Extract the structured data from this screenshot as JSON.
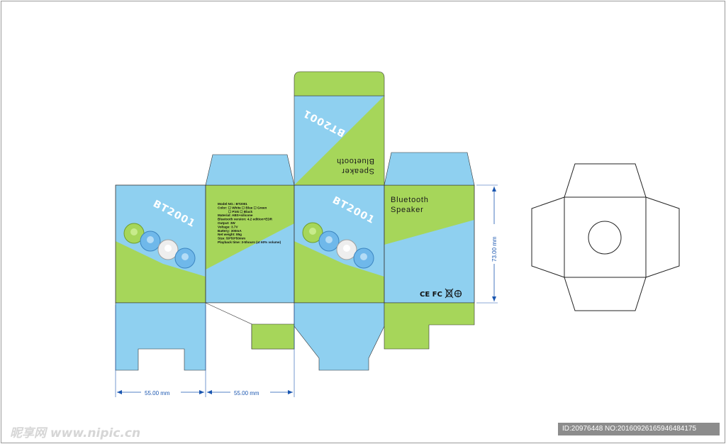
{
  "colors": {
    "green": "#a6d65a",
    "blue": "#8fd0f0",
    "deep_blue": "#5aa8e0",
    "dimension": "#1a56b0",
    "outline": "#333333"
  },
  "dimensions": {
    "width_front": "55.00 mm",
    "width_side": "55.00 mm",
    "height": "73.00 mm"
  },
  "front_panel": {
    "brand": "BT2001"
  },
  "side_panel": {
    "title_line1": "Bluetooth",
    "title_line2": "Speaker",
    "certifications": "CE FC"
  },
  "top_flap": {
    "brand": "BT2001",
    "title_line1": "Bluetooth",
    "title_line2": "Speaker"
  },
  "spec_panel": {
    "lines": [
      "Model NO.: BT2001",
      "Color: ☐ White ☐ Blue ☐ Green",
      "☐ Pink  ☐ Black",
      "Material: ABS+silicone",
      "Bluetooth version: 4.2 edition+EDR",
      "Output: 3W",
      "Voltage: 3.7V",
      "Battery: 300mA",
      "Net weight: 85g",
      "Size: 50*50*50mm",
      "Playback time: 3-5hours (at 60% volume)"
    ]
  },
  "watermark": {
    "left": "昵享网 www.nipic.cn",
    "right": "ID:20976448 NO:20160926165946484175"
  }
}
